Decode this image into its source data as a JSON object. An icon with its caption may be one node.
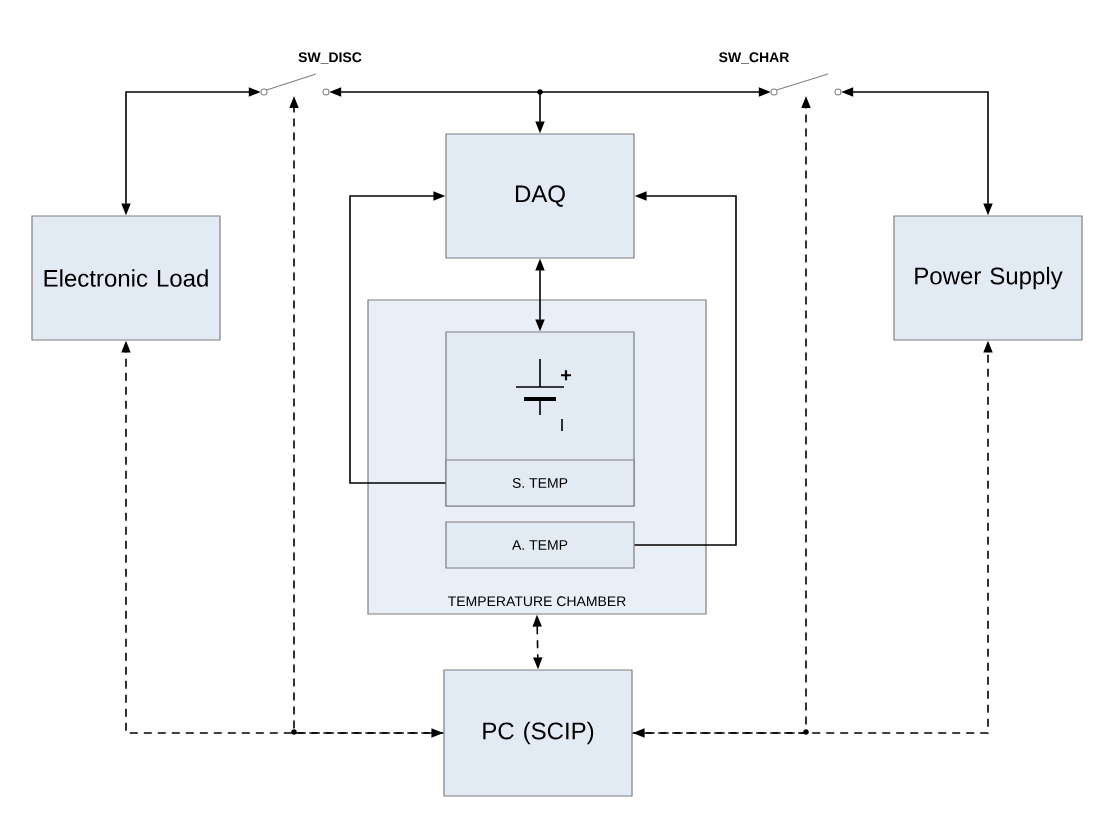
{
  "diagram": {
    "nodes": [
      {
        "text": [
          "Electronic Load"
        ]
      },
      {
        "text": [
          "DAQ"
        ]
      },
      {
        "text": [
          "Power Supply"
        ]
      },
      {
        "text": [
          "TEMPERATURE CHAMBER"
        ]
      },
      {
        "text": [],
        "shape": "box",
        "in": 3
      },
      {
        "text": [
          "S. TEMP"
        ],
        "in": 4
      },
      {
        "text": [
          "A. TEMP"
        ],
        "in": 3
      },
      {
        "text": [
          "PC (SCIP)"
        ]
      },
      {
        "text": [
          "SW_DISC"
        ]
      },
      {
        "text": [
          "SW_CHAR"
        ]
      }
    ],
    "edges": [
      {
        "from": 0,
        "to": 8,
        "arrow": "both"
      },
      {
        "from": 8,
        "to": 1,
        "arrow": "both"
      },
      {
        "from": 9,
        "to": 1,
        "arrow": "both"
      },
      {
        "from": 9,
        "to": 2,
        "arrow": "both"
      },
      {
        "from": 1,
        "to": 4,
        "arrow": "both"
      },
      {
        "from": 5,
        "to": 1,
        "arrow": "to"
      },
      {
        "from": 6,
        "to": 1,
        "arrow": "to"
      },
      {
        "from": 3,
        "to": 7,
        "arrow": "both",
        "style": "dashed"
      },
      {
        "from": 7,
        "to": 0,
        "arrow": "both",
        "style": "dashed"
      },
      {
        "from": 7,
        "to": 8,
        "arrow": "to",
        "style": "dashed"
      },
      {
        "from": 7,
        "to": 2,
        "arrow": "both",
        "style": "dashed"
      },
      {
        "from": 7,
        "to": 9,
        "arrow": "to",
        "style": "dashed"
      }
    ],
    "labels": [
      "+"
    ]
  }
}
